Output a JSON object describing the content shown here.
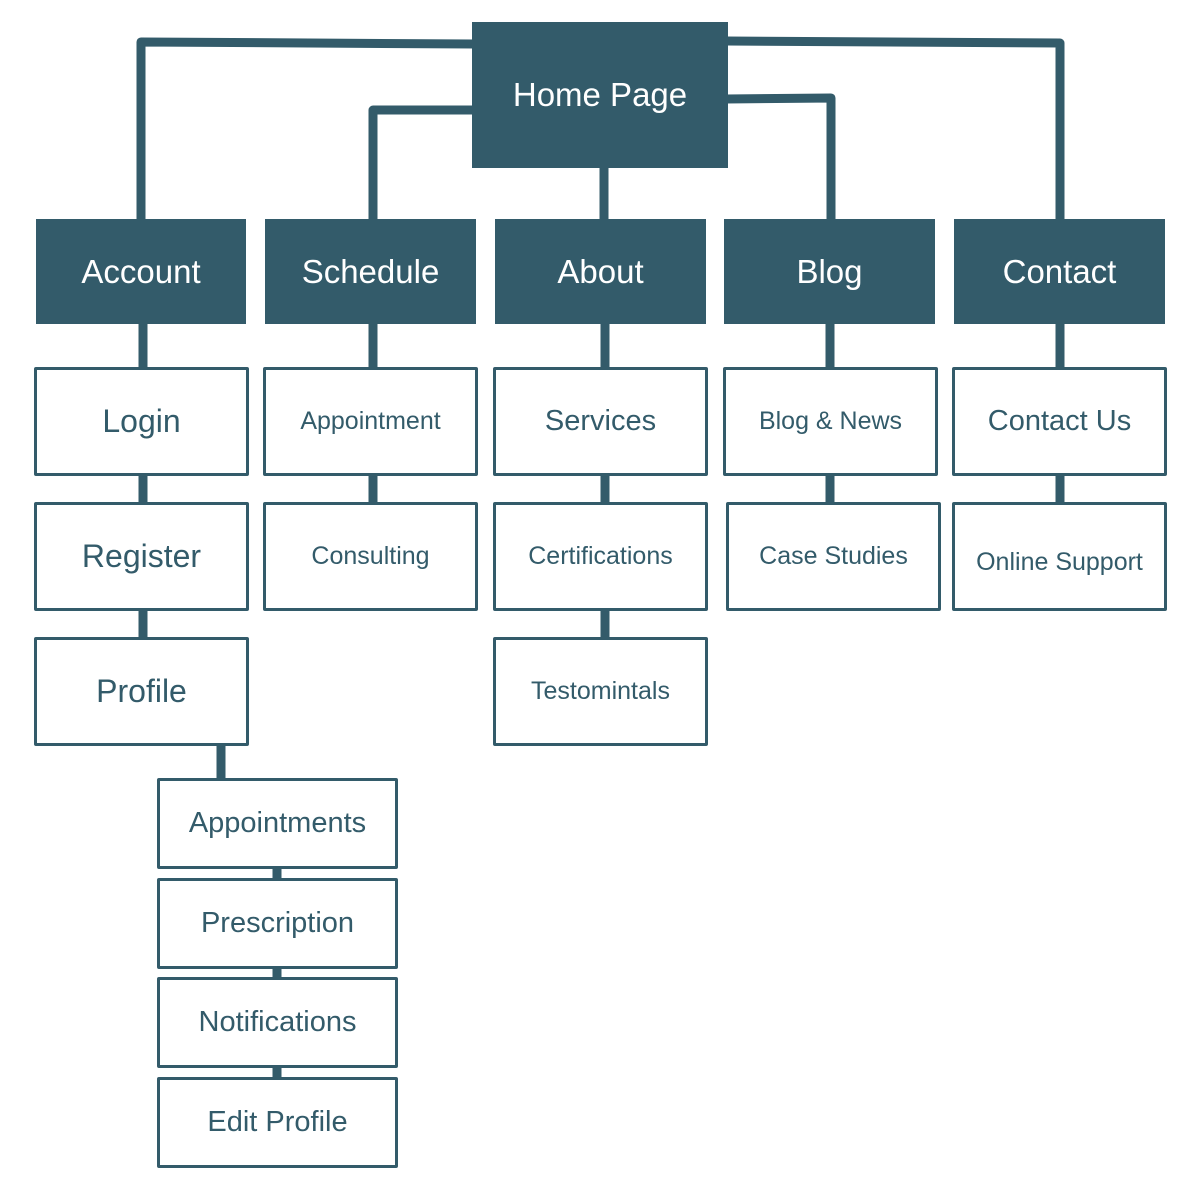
{
  "colors": {
    "primary": "#335b6a",
    "text_on_primary": "#ffffff",
    "background": "#ffffff"
  },
  "home": "Home Page",
  "sections": {
    "account": {
      "label": "Account",
      "pages": [
        "Login",
        "Register",
        "Profile"
      ],
      "profile_pages": [
        "Appointments",
        "Prescription",
        "Notifications",
        "Edit Profile"
      ]
    },
    "schedule": {
      "label": "Schedule",
      "pages": [
        "Appointment",
        "Consulting"
      ]
    },
    "about": {
      "label": "About",
      "pages": [
        "Services",
        "Certifications",
        "Testomintals"
      ]
    },
    "blog": {
      "label": "Blog",
      "pages": [
        "Blog & News",
        "Case Studies"
      ]
    },
    "contact": {
      "label": "Contact",
      "pages": [
        "Contact Us",
        "Online Support"
      ]
    }
  }
}
